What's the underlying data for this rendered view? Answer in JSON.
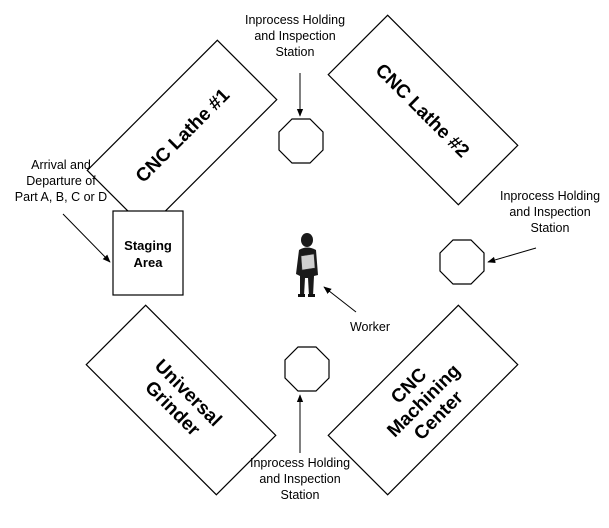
{
  "machines": {
    "lathe1": {
      "line1": "CNC Lathe #1"
    },
    "lathe2": {
      "line1": "CNC Lathe #2"
    },
    "grinder": {
      "line1": "Universal",
      "line2": "Grinder"
    },
    "machining": {
      "line1": "CNC",
      "line2": "Machining",
      "line3": "Center"
    }
  },
  "staging": {
    "line1": "Staging",
    "line2": "Area"
  },
  "stations": {
    "top": {
      "line1": "Inprocess Holding",
      "line2": "and Inspection",
      "line3": "Station"
    },
    "right": {
      "line1": "Inprocess Holding",
      "line2": "and Inspection",
      "line3": "Station"
    },
    "bottom": {
      "line1": "Inprocess Holding",
      "line2": "and Inspection",
      "line3": "Station"
    }
  },
  "arrival": {
    "line1": "Arrival and",
    "line2": "Departure of",
    "line3": "Part A, B, C or D"
  },
  "worker": {
    "label": "Worker"
  }
}
